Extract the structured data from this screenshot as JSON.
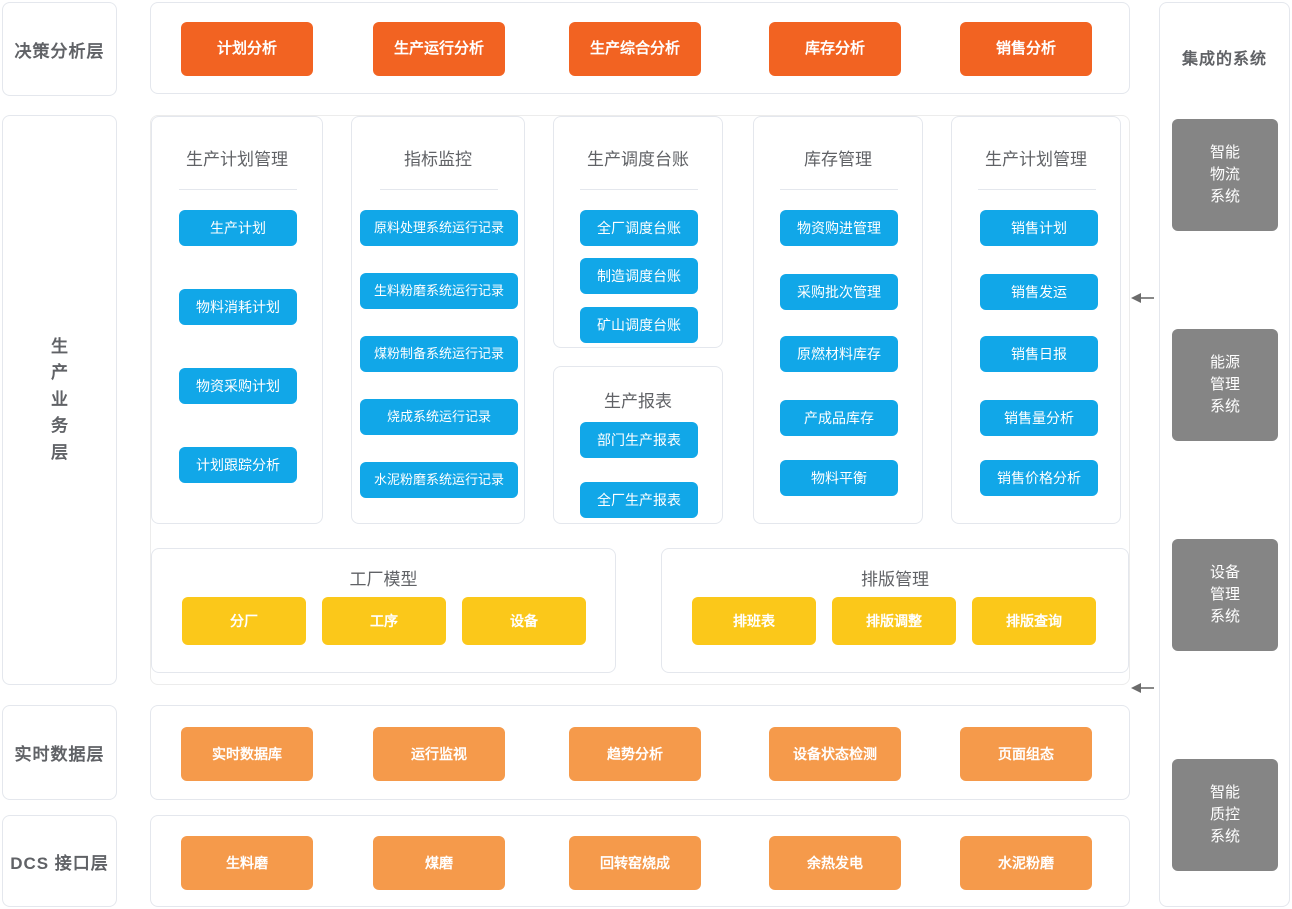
{
  "layers": {
    "decision": {
      "label": "决策分析层"
    },
    "business": {
      "label": "生产业务层",
      "chars": [
        "生",
        "产",
        "业",
        "务",
        "层"
      ]
    },
    "realtime": {
      "label": "实时数据层"
    },
    "dcs": {
      "label": "DCS 接口层"
    }
  },
  "decision_row": {
    "items": [
      {
        "label": "计划分析"
      },
      {
        "label": "生产运行分析"
      },
      {
        "label": "生产综合分析"
      },
      {
        "label": "库存分析"
      },
      {
        "label": "销售分析"
      }
    ]
  },
  "business_columns": [
    {
      "title": "生产计划管理",
      "items": [
        {
          "label": "生产计划"
        },
        {
          "label": "物料消耗计划"
        },
        {
          "label": "物资采购计划"
        },
        {
          "label": "计划跟踪分析"
        }
      ]
    },
    {
      "title": "指标监控",
      "items": [
        {
          "label": "原料处理系统运行记录"
        },
        {
          "label": "生料粉磨系统运行记录"
        },
        {
          "label": "煤粉制备系统运行记录"
        },
        {
          "label": "烧成系统运行记录"
        },
        {
          "label": "水泥粉磨系统运行记录"
        }
      ]
    },
    {
      "title": "生产调度台账",
      "items": [
        {
          "label": "全厂调度台账"
        },
        {
          "label": "制造调度台账"
        },
        {
          "label": "矿山调度台账"
        }
      ]
    },
    {
      "title": "库存管理",
      "items": [
        {
          "label": "物资购进管理"
        },
        {
          "label": "采购批次管理"
        },
        {
          "label": "原燃材料库存"
        },
        {
          "label": "产成品库存"
        },
        {
          "label": "物料平衡"
        }
      ]
    },
    {
      "title": "生产计划管理",
      "items": [
        {
          "label": "销售计划"
        },
        {
          "label": "销售发运"
        },
        {
          "label": "销售日报"
        },
        {
          "label": "销售量分析"
        },
        {
          "label": "销售价格分析"
        }
      ]
    }
  ],
  "production_report": {
    "title": "生产报表",
    "items": [
      {
        "label": "部门生产报表"
      },
      {
        "label": "全厂生产报表"
      }
    ]
  },
  "factory_model": {
    "title": "工厂模型",
    "items": [
      {
        "label": "分厂"
      },
      {
        "label": "工序"
      },
      {
        "label": "设备"
      }
    ]
  },
  "schedule_management": {
    "title": "排版管理",
    "items": [
      {
        "label": "排班表"
      },
      {
        "label": "排版调整"
      },
      {
        "label": "排版查询"
      }
    ]
  },
  "realtime_row": {
    "items": [
      {
        "label": "实时数据库"
      },
      {
        "label": "运行监视"
      },
      {
        "label": "趋势分析"
      },
      {
        "label": "设备状态检测"
      },
      {
        "label": "页面组态"
      }
    ]
  },
  "dcs_row": {
    "items": [
      {
        "label": "生料磨"
      },
      {
        "label": "煤磨"
      },
      {
        "label": "回转窑烧成"
      },
      {
        "label": "余热发电"
      },
      {
        "label": "水泥粉磨"
      }
    ]
  },
  "integrated_systems": {
    "title": "集成的系统",
    "items": [
      {
        "lines": [
          "智能",
          "物流",
          "系统"
        ]
      },
      {
        "lines": [
          "能源",
          "管理",
          "系统"
        ]
      },
      {
        "lines": [
          "设备",
          "管理",
          "系统"
        ]
      },
      {
        "lines": [
          "智能",
          "质控",
          "系统"
        ]
      }
    ]
  },
  "colors": {
    "orange_strong": "#f26322",
    "orange_light": "#f59a4b",
    "blue": "#11a7e8",
    "yellow": "#fbc81a",
    "gray": "#858585",
    "border": "#e4e7ed",
    "text": "#606266"
  }
}
